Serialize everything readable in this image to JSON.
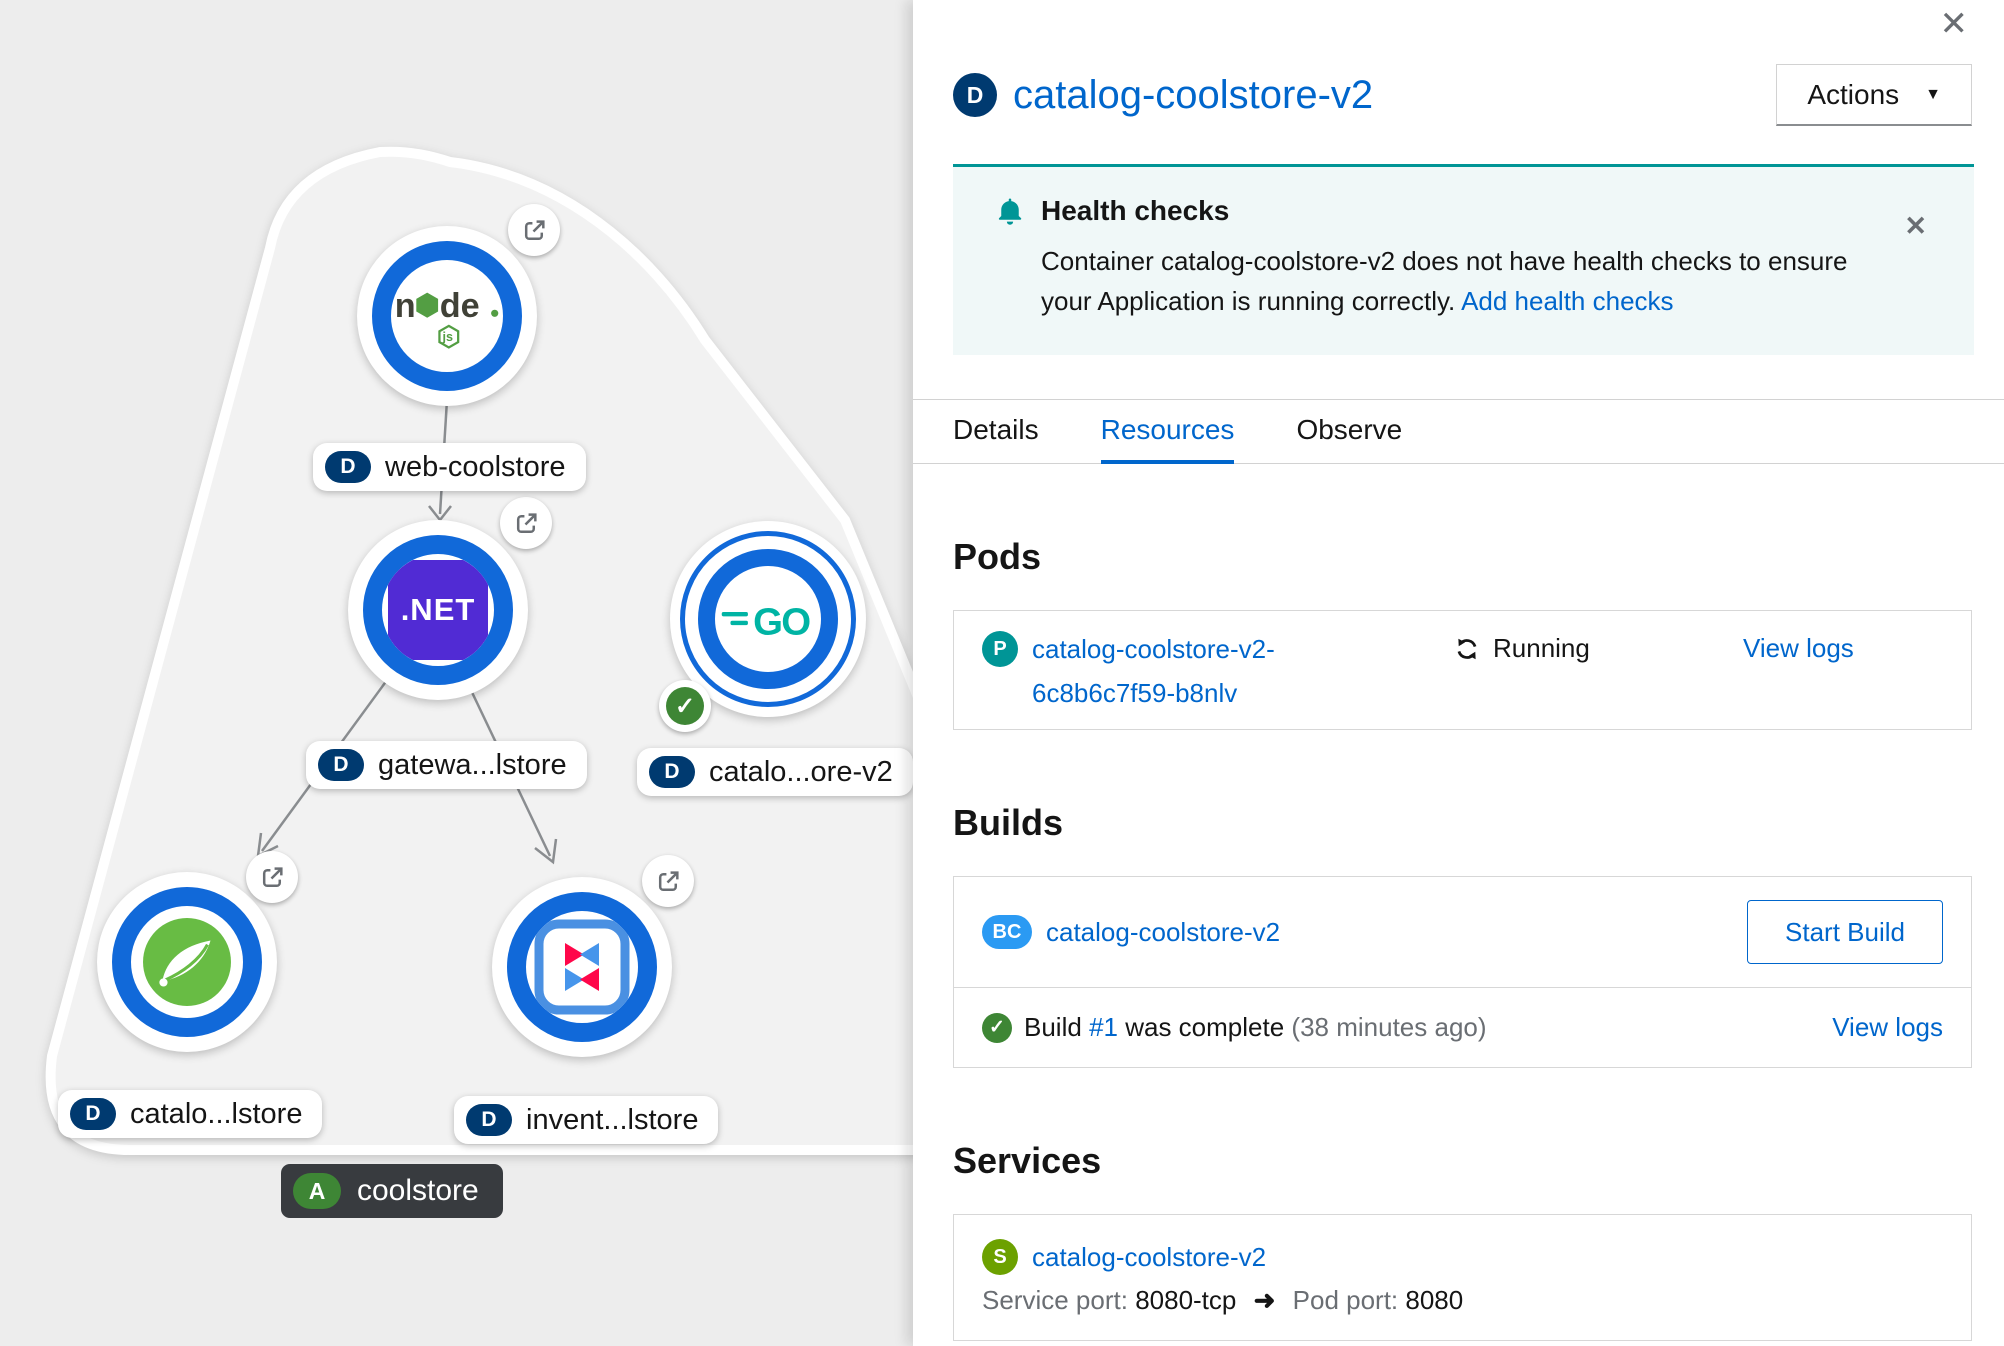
{
  "panel": {
    "close_icon": "✕",
    "header": {
      "badge": "D",
      "title": "catalog-coolstore-v2",
      "actions": "Actions",
      "caret": "▼"
    },
    "alert": {
      "title": "Health checks",
      "body": "Container catalog-coolstore-v2 does not have health checks to ensure your Application is running correctly. ",
      "link": "Add health checks",
      "close_icon": "✕"
    },
    "tabs": {
      "details": "Details",
      "resources": "Resources",
      "observe": "Observe"
    },
    "pods": {
      "heading": "Pods",
      "badge": "P",
      "name_line1": "catalog-coolstore-v2-",
      "name_line2": "6c8b6c7f59-b8nlv",
      "status": "Running",
      "view_logs": "View logs"
    },
    "builds": {
      "heading": "Builds",
      "badge": "BC",
      "name": "catalog-coolstore-v2",
      "start_build": "Start Build",
      "check_icon": "✓",
      "prefix": "Build",
      "number": "#1",
      "suffix": "was complete",
      "ago": "(38 minutes ago)",
      "view_logs": "View logs"
    },
    "services": {
      "heading": "Services",
      "badge": "S",
      "name": "catalog-coolstore-v2",
      "port_label": "Service port:",
      "port_value": "8080-tcp",
      "arrow_icon": "➜",
      "pod_port_label": "Pod port:",
      "pod_port_value": "8080"
    }
  },
  "topology": {
    "labels": {
      "web": {
        "badge": "D",
        "text": "web-coolstore"
      },
      "gateway": {
        "badge": "D",
        "text": "gatewa...lstore"
      },
      "catalog_v2": {
        "badge": "D",
        "text": "catalo...ore-v2"
      },
      "catalog": {
        "badge": "D",
        "text": "catalo...lstore"
      },
      "inventory": {
        "badge": "D",
        "text": "invent...lstore"
      },
      "app": {
        "badge": "A",
        "text": "coolstore"
      }
    },
    "logos": {
      "dotnet": ".NET",
      "go": "GO",
      "node_n": "n",
      "node_de": "de",
      "node_js": "js"
    },
    "status_check": "✓"
  },
  "colors": {
    "accent_blue": "#0066cc",
    "node_ring_blue": "#1169d9",
    "navy_badge": "#003a70",
    "alert_teal": "#009596",
    "success_green": "#3e8635",
    "service_green": "#6ca100",
    "buildconfig_blue": "#2b9af3",
    "dotnet_purple": "#512bd4",
    "nodejs_green": "#539e43",
    "spring_green": "#68bc44",
    "go_teal": "#00b4a4",
    "quarkus_red": "#ff074a",
    "quarkus_blue": "#4695eb",
    "canvas_gray": "#ededed",
    "dark_pill": "#383b3f"
  }
}
